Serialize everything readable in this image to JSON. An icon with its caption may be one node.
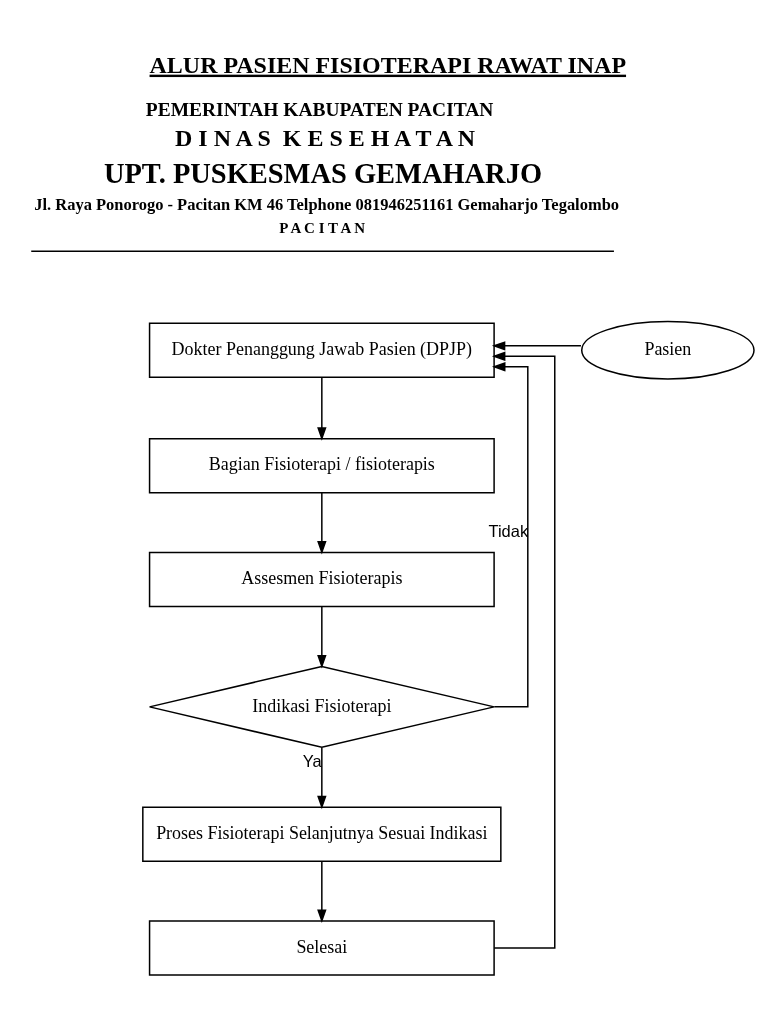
{
  "diagram": {
    "title": "ALUR PASIEN FISIOTERAPI RAWAT INAP",
    "nodes": [
      {
        "text": [
          "Dokter Penanggung Jawab Pasien (DPJP)"
        ]
      },
      {
        "text": [
          "Pasien"
        ]
      },
      {
        "text": [
          "Bagian Fisioterapi / fisioterapis"
        ]
      },
      {
        "text": [
          "Assesmen Fisioterapis"
        ]
      },
      {
        "text": [
          "Indikasi Fisioterapi"
        ]
      },
      {
        "text": [
          "Proses Fisioterapi Selanjutnya Sesuai Indikasi"
        ]
      },
      {
        "text": [
          "Selesai"
        ]
      }
    ],
    "edges": [
      {
        "from": 1,
        "to": 0,
        "arrow": "to"
      },
      {
        "from": 0,
        "to": 2,
        "arrow": "to"
      },
      {
        "from": 2,
        "to": 3,
        "arrow": "to"
      },
      {
        "from": 3,
        "to": 4,
        "arrow": "to"
      },
      {
        "from": 4,
        "to": 5,
        "arrow": "to",
        "label": "Ya"
      },
      {
        "from": 5,
        "to": 6,
        "arrow": "to"
      },
      {
        "from": 4,
        "to": 0,
        "arrow": "to",
        "label": "Tidak"
      },
      {
        "from": 6,
        "to": 0,
        "arrow": "to"
      }
    ],
    "labels": [
      "PEMERINTAH KABUPATEN PACITAN",
      "D I N A S  K E S E H A T A N",
      "UPT. PUSKESMAS GEMAHARJO",
      "Jl. Raya Ponorogo - Pacitan KM 46 Telphone 081946251161 Gemaharjo Tegalombo",
      "P A C I T A N"
    ]
  }
}
